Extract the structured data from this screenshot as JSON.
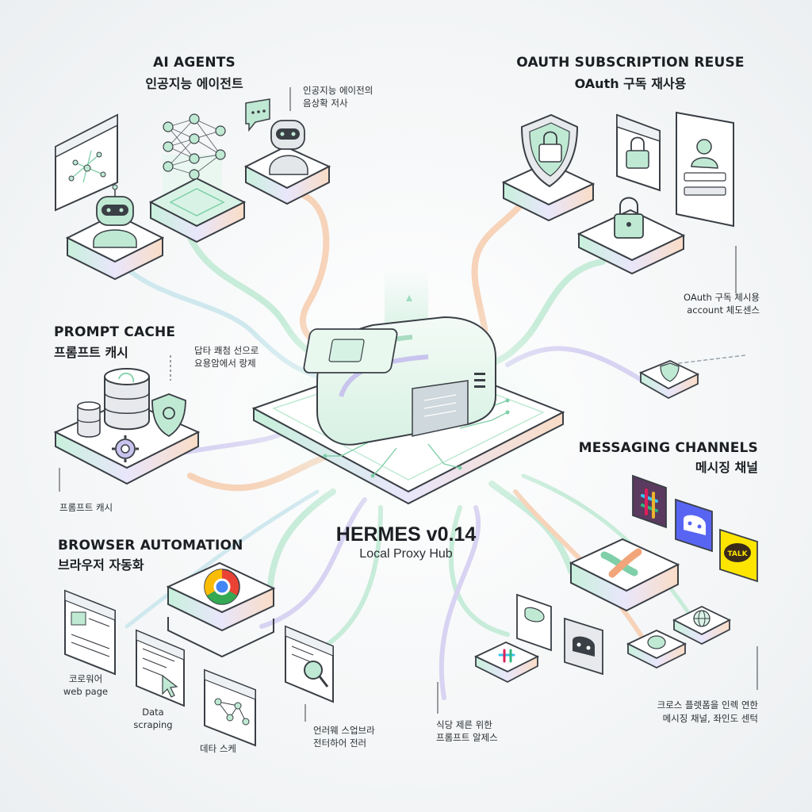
{
  "hub": {
    "title": "HERMES v0.14",
    "subtitle": "Local Proxy Hub"
  },
  "sections": {
    "ai_agents": {
      "title_en": "AI AGENTS",
      "title_ko": "인공지능 에이전트",
      "annotation": [
        "인공지능 에이전의",
        "음상확 저사"
      ]
    },
    "oauth": {
      "title_en": "OAUTH SUBSCRIPTION REUSE",
      "title_ko": "OAuth 구독 재사용",
      "annotation": [
        "OAuth 구독 체시용",
        "account 체도센스"
      ]
    },
    "prompt_cache": {
      "title_en": "PROMPT CACHE",
      "title_ko": "프롬프트 캐시",
      "annotation": [
        "답타 쾌첨 선으로",
        "요용암에서 랑제"
      ],
      "label_bottom": "프롬프트 캐시"
    },
    "messaging": {
      "title_en": "MESSAGING CHANNELS",
      "title_ko": "메시징 채널",
      "talk_badge": "TALK",
      "annotation_bottom": [
        "크로스 플렛폼을 인렉 연한",
        "메시징 채널, 좌인도 센턱"
      ]
    },
    "browser": {
      "title_en": "BROWSER AUTOMATION",
      "title_ko": "브라우저 자동화",
      "label_webpage": [
        "코로워어",
        "web page"
      ],
      "label_scraping": [
        "Data",
        "scraping"
      ],
      "label_bottom": "데타 스케",
      "annotation_bottom": [
        "언러웨 스업브라",
        "전터하어 전러"
      ]
    },
    "center_bottom": {
      "annotation": [
        "식당 제른 위한",
        "프롬프트 알제스"
      ]
    }
  },
  "colors": {
    "mint": "#bfe9d3",
    "mint_dark": "#7fcfa8",
    "peach": "#f6c9a8",
    "lavender": "#c9c4ee",
    "outline": "#3a3f45",
    "slack_bg": "#5a3a5e",
    "discord_bg": "#5865f2",
    "kakao_bg": "#fee500"
  },
  "icons": [
    "robot-icon",
    "neural-network-icon",
    "chat-bubble-icon",
    "shield-lock-icon",
    "padlock-icon",
    "login-form-icon",
    "database-icon",
    "gear-icon",
    "shield-gear-icon",
    "browser-window-icon",
    "chrome-icon",
    "magnifier-icon",
    "cursor-icon",
    "slack-icon",
    "discord-icon",
    "kakaotalk-icon",
    "globe-icon",
    "chip-icon"
  ]
}
